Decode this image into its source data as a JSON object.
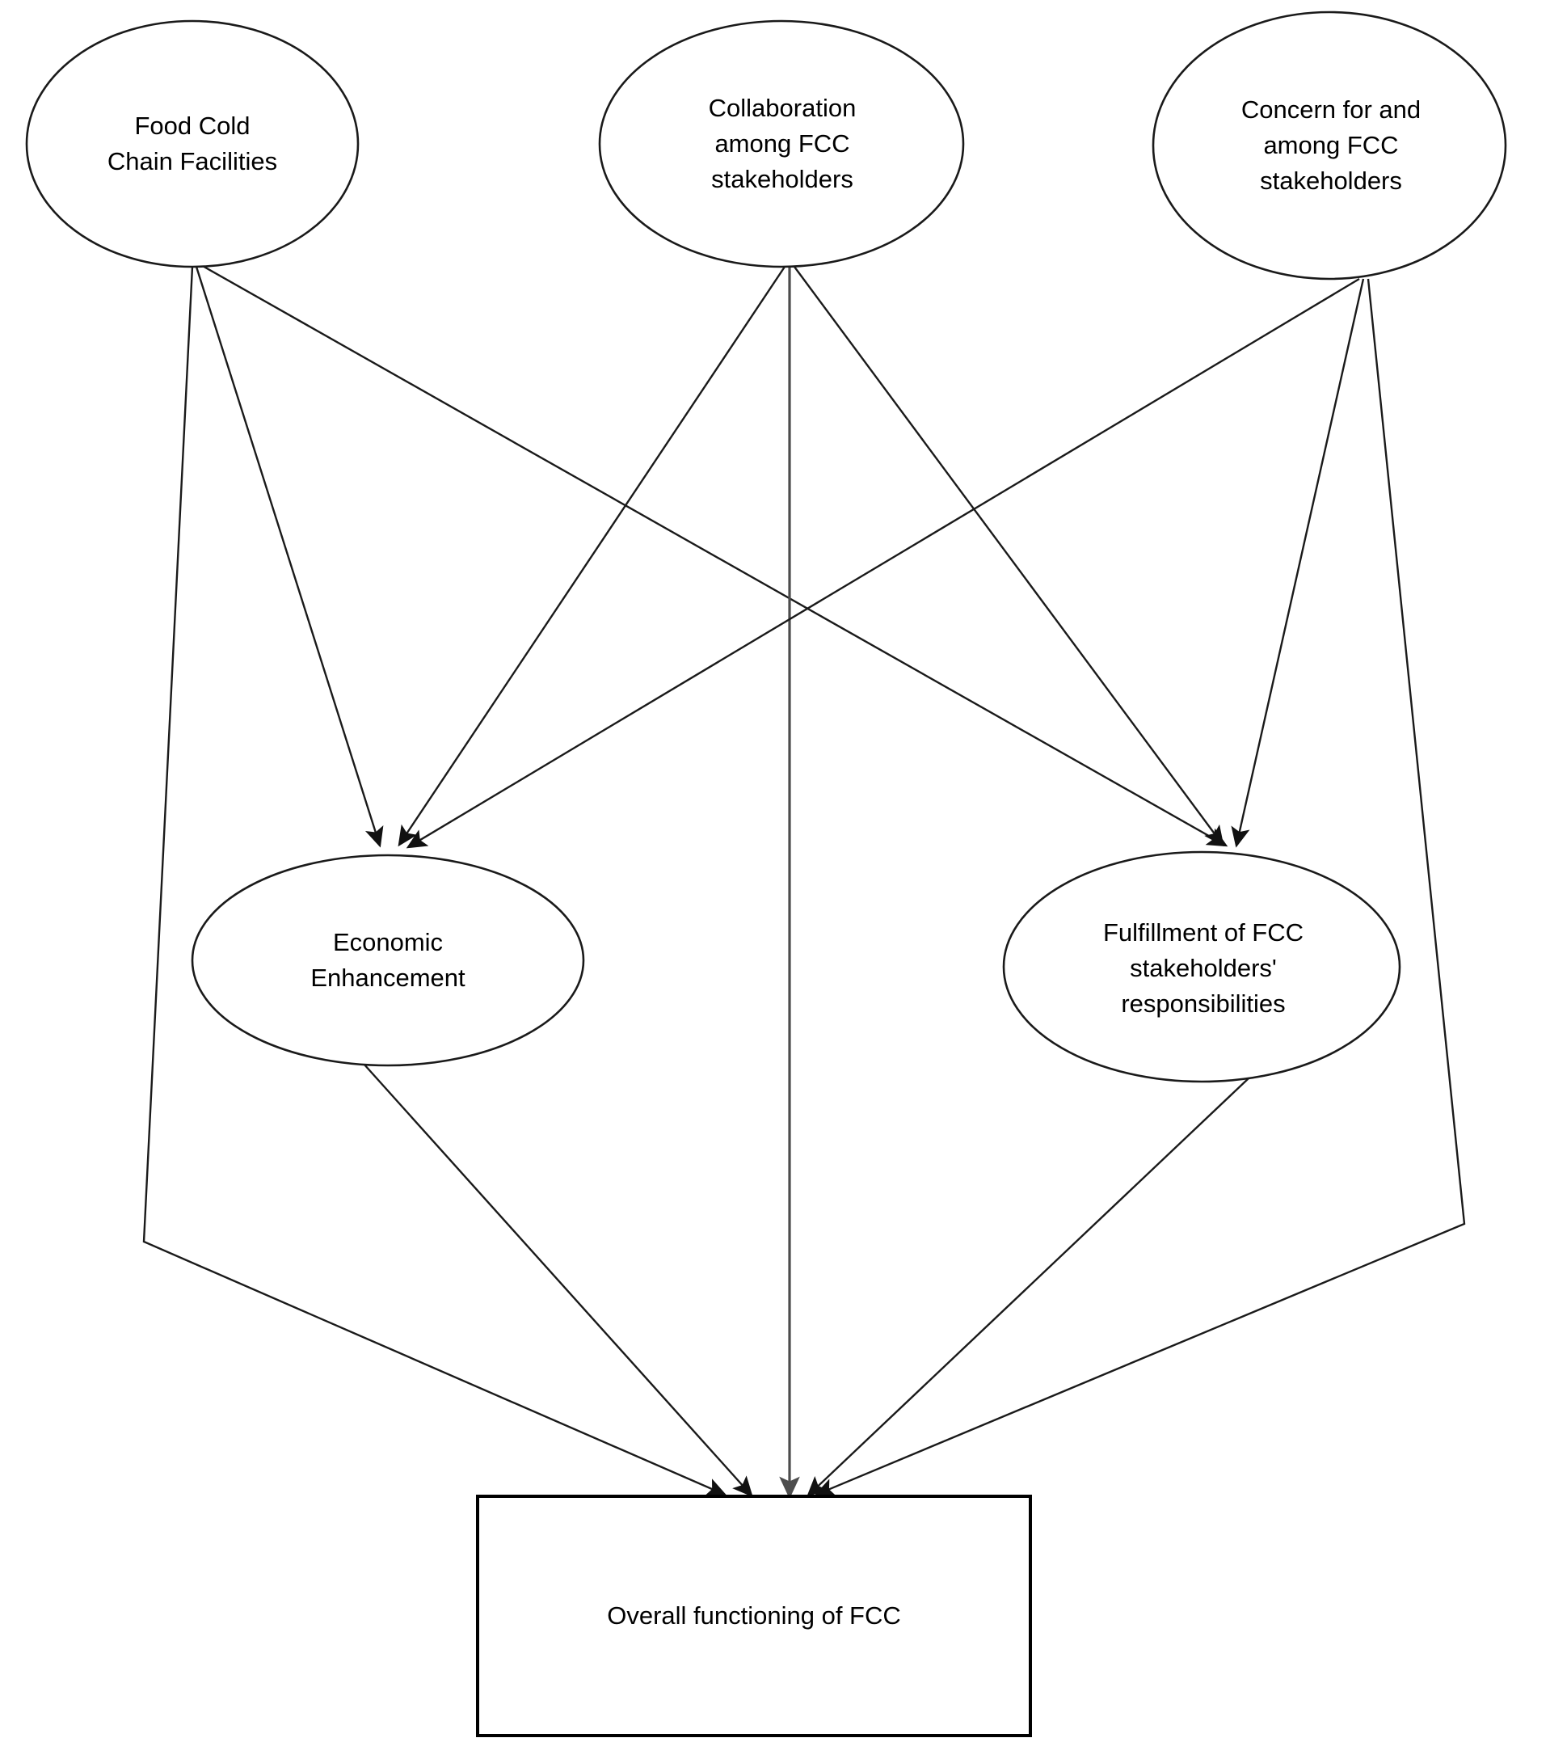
{
  "diagram": {
    "type": "path-model-diagram",
    "background_color": "#ffffff",
    "stroke_color": "#1a1a1a",
    "text_color": "#000000",
    "nodes": [
      {
        "id": "food-cold-chain-facilities",
        "shape": "ellipse",
        "label": "Food Cold\nChain Facilities",
        "level": "exogenous"
      },
      {
        "id": "collaboration-among-fcc-stakeholders",
        "shape": "ellipse",
        "label": "Collaboration\namong FCC\nstakeholders",
        "level": "exogenous"
      },
      {
        "id": "concern-for-and-among-fcc-stakeholders",
        "shape": "ellipse",
        "label": "Concern for and\namong FCC\nstakeholders",
        "level": "exogenous"
      },
      {
        "id": "economic-enhancement",
        "shape": "ellipse",
        "label": "Economic\nEnhancement",
        "level": "mediator"
      },
      {
        "id": "fulfillment-of-fcc-stakeholders-responsibilities",
        "shape": "ellipse",
        "label": "Fulfillment  of FCC\nstakeholders'\nresponsibilities",
        "level": "mediator"
      },
      {
        "id": "overall-functioning-of-fcc",
        "shape": "rectangle",
        "label": "Overall functioning  of FCC",
        "level": "outcome"
      }
    ],
    "edges": [
      {
        "from": "food-cold-chain-facilities",
        "to": "economic-enhancement",
        "arrow": true
      },
      {
        "from": "food-cold-chain-facilities",
        "to": "fulfillment-of-fcc-stakeholders-responsibilities",
        "arrow": true
      },
      {
        "from": "food-cold-chain-facilities",
        "to": "overall-functioning-of-fcc",
        "arrow": true
      },
      {
        "from": "collaboration-among-fcc-stakeholders",
        "to": "economic-enhancement",
        "arrow": true
      },
      {
        "from": "collaboration-among-fcc-stakeholders",
        "to": "fulfillment-of-fcc-stakeholders-responsibilities",
        "arrow": true
      },
      {
        "from": "collaboration-among-fcc-stakeholders",
        "to": "overall-functioning-of-fcc",
        "arrow": true
      },
      {
        "from": "concern-for-and-among-fcc-stakeholders",
        "to": "economic-enhancement",
        "arrow": true
      },
      {
        "from": "concern-for-and-among-fcc-stakeholders",
        "to": "fulfillment-of-fcc-stakeholders-responsibilities",
        "arrow": true
      },
      {
        "from": "concern-for-and-among-fcc-stakeholders",
        "to": "overall-functioning-of-fcc",
        "arrow": true
      },
      {
        "from": "economic-enhancement",
        "to": "overall-functioning-of-fcc",
        "arrow": true
      },
      {
        "from": "fulfillment-of-fcc-stakeholders-responsibilities",
        "to": "overall-functioning-of-fcc",
        "arrow": true
      }
    ]
  }
}
